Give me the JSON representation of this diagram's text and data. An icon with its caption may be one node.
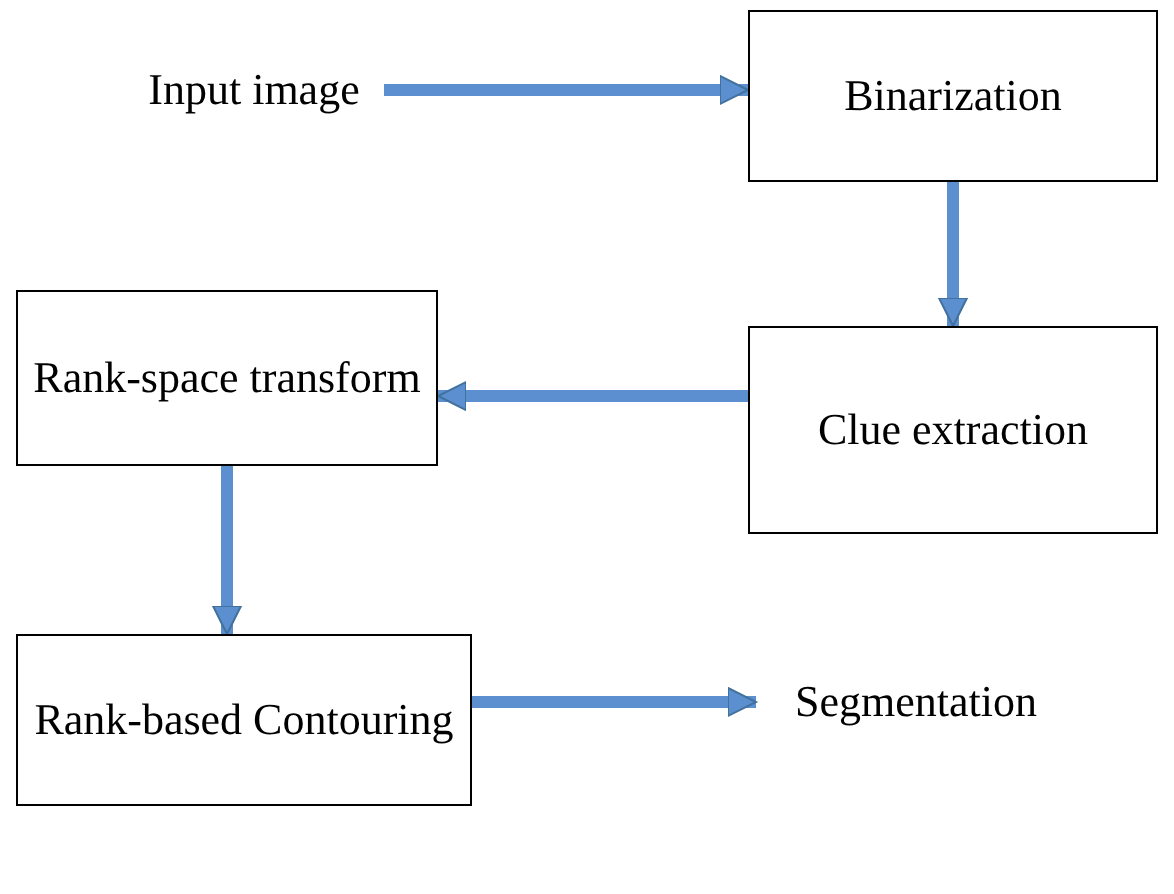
{
  "diagram": {
    "nodes": [
      {
        "text": [
          "Input image"
        ]
      },
      {
        "text": [
          "Binarization"
        ]
      },
      {
        "text": [
          "Clue extraction"
        ]
      },
      {
        "text": [
          "Rank-space transform"
        ]
      },
      {
        "text": [
          "Rank-based Contouring"
        ]
      },
      {
        "text": [
          "Segmentation"
        ]
      }
    ],
    "edges": [
      {
        "from": 0,
        "to": 1,
        "arrow": "to"
      },
      {
        "from": 1,
        "to": 2,
        "arrow": "to"
      },
      {
        "from": 2,
        "to": 3,
        "arrow": "to"
      },
      {
        "from": 3,
        "to": 4,
        "arrow": "to"
      },
      {
        "from": 4,
        "to": 5,
        "arrow": "to"
      }
    ]
  }
}
